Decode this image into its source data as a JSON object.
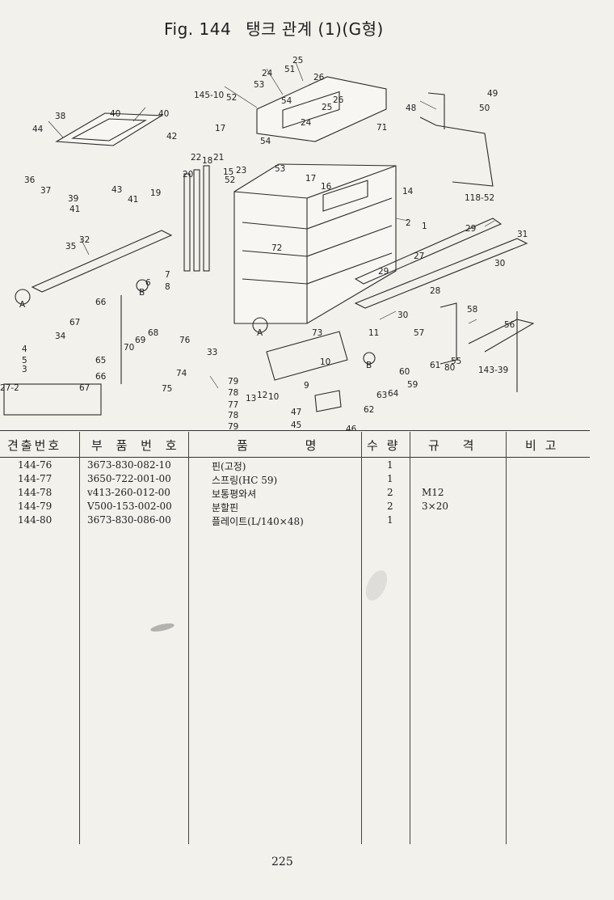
{
  "title": {
    "fig": "Fig. 144",
    "name": "탱크 관계 (1)(G형)"
  },
  "table": {
    "headers": [
      "견출번호",
      "부 품 번 호",
      "품 명",
      "수 량",
      "규 격",
      "비 고"
    ],
    "rows": [
      {
        "key": "144-76",
        "part": "3673-830-082-10",
        "name": "핀(고정)",
        "qty": "1",
        "spec": ""
      },
      {
        "key": "144-77",
        "part": "3650-722-001-00",
        "name": "스프링(HC 59)",
        "qty": "1",
        "spec": ""
      },
      {
        "key": "144-78",
        "part": "v413-260-012-00",
        "name": "보통평와셔",
        "qty": "2",
        "spec": "M12"
      },
      {
        "key": "144-79",
        "part": "V500-153-002-00",
        "name": "분할핀",
        "qty": "2",
        "spec": "3×20"
      },
      {
        "key": "144-80",
        "part": "3673-830-086-00",
        "name": "플레이트(L/140×48)",
        "qty": "1",
        "spec": ""
      }
    ]
  },
  "callouts": [
    {
      "t": "25"
    },
    {
      "t": "51"
    },
    {
      "t": "26"
    },
    {
      "t": "24"
    },
    {
      "t": "53"
    },
    {
      "t": "145-10"
    },
    {
      "t": "52"
    },
    {
      "t": "54"
    },
    {
      "t": "49"
    },
    {
      "t": "48"
    },
    {
      "t": "50"
    },
    {
      "t": "38"
    },
    {
      "t": "40"
    },
    {
      "t": "40"
    },
    {
      "t": "44"
    },
    {
      "t": "25"
    },
    {
      "t": "26"
    },
    {
      "t": "24"
    },
    {
      "t": "71"
    },
    {
      "t": "17"
    },
    {
      "t": "54"
    },
    {
      "t": "42"
    },
    {
      "t": "22"
    },
    {
      "t": "18"
    },
    {
      "t": "21"
    },
    {
      "t": "15"
    },
    {
      "t": "20"
    },
    {
      "t": "23"
    },
    {
      "t": "53"
    },
    {
      "t": "52"
    },
    {
      "t": "36"
    },
    {
      "t": "37"
    },
    {
      "t": "43"
    },
    {
      "t": "39"
    },
    {
      "t": "41"
    },
    {
      "t": "19"
    },
    {
      "t": "41"
    },
    {
      "t": "17"
    },
    {
      "t": "16"
    },
    {
      "t": "14"
    },
    {
      "t": "118-52"
    },
    {
      "t": "2"
    },
    {
      "t": "1"
    },
    {
      "t": "29"
    },
    {
      "t": "31"
    },
    {
      "t": "35"
    },
    {
      "t": "32"
    },
    {
      "t": "72"
    },
    {
      "t": "27"
    },
    {
      "t": "30"
    },
    {
      "t": "28"
    },
    {
      "t": "29"
    },
    {
      "t": "7"
    },
    {
      "t": "8"
    },
    {
      "t": "6"
    },
    {
      "t": "66"
    },
    {
      "t": "67"
    },
    {
      "t": "34"
    },
    {
      "t": "30"
    },
    {
      "t": "58"
    },
    {
      "t": "56"
    },
    {
      "t": "57"
    },
    {
      "t": "11"
    },
    {
      "t": "73"
    },
    {
      "t": "4"
    },
    {
      "t": "5"
    },
    {
      "t": "3"
    },
    {
      "t": "70"
    },
    {
      "t": "69"
    },
    {
      "t": "68"
    },
    {
      "t": "76"
    },
    {
      "t": "33"
    },
    {
      "t": "65"
    },
    {
      "t": "61"
    },
    {
      "t": "55"
    },
    {
      "t": "80"
    },
    {
      "t": "10"
    },
    {
      "t": "60"
    },
    {
      "t": "59"
    },
    {
      "t": "143-39"
    },
    {
      "t": "74"
    },
    {
      "t": "79"
    },
    {
      "t": "78"
    },
    {
      "t": "77"
    },
    {
      "t": "78"
    },
    {
      "t": "79"
    },
    {
      "t": "75"
    },
    {
      "t": "66"
    },
    {
      "t": "67"
    },
    {
      "t": "27-2"
    },
    {
      "t": "13"
    },
    {
      "t": "12"
    },
    {
      "t": "10"
    },
    {
      "t": "9"
    },
    {
      "t": "62"
    },
    {
      "t": "63"
    },
    {
      "t": "64"
    },
    {
      "t": "47"
    },
    {
      "t": "45"
    },
    {
      "t": "46"
    },
    {
      "t": "A"
    },
    {
      "t": "A"
    },
    {
      "t": "B"
    },
    {
      "t": "B"
    }
  ],
  "page_number": "225"
}
